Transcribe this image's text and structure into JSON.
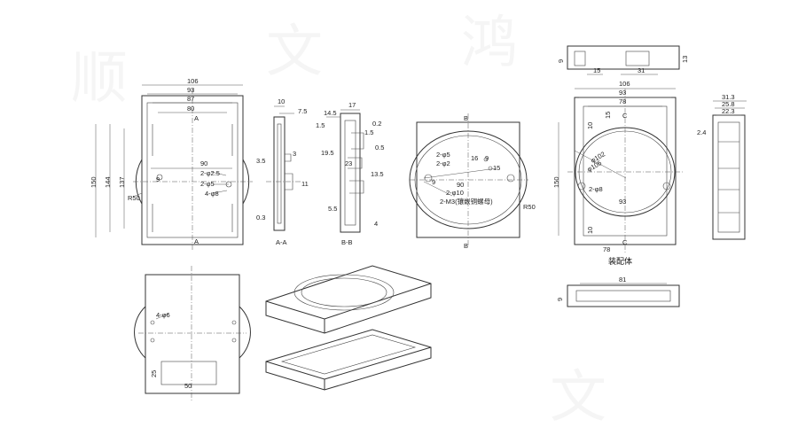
{
  "watermark": [
    "顺",
    "文",
    "鸿",
    "文"
  ],
  "front_view": {
    "dims": [
      "106",
      "93",
      "87",
      "80",
      "90",
      "150",
      "144",
      "137",
      "R50",
      "9",
      "2-φ2.5",
      "2-φ5",
      "4-φ8"
    ],
    "section_marks": [
      "A",
      "A"
    ]
  },
  "section_aa": {
    "dims": [
      "10",
      "7.5",
      "3.5",
      "3",
      "11",
      "0.3"
    ],
    "caption": "A-A"
  },
  "section_bb": {
    "dims": [
      "14.5",
      "17",
      "0.2",
      "1.5",
      "1.5",
      "19.5",
      "0.5",
      "23",
      "13.5",
      "5.5",
      "4"
    ],
    "caption": "B-B"
  },
  "lid_view": {
    "dims": [
      "2-φ5",
      "2-φ2",
      "16",
      "9",
      "15",
      "9",
      "90",
      "2-φ10",
      "2-M3(镶嵌铜螺母)",
      "R50"
    ],
    "section_marks": [
      "B",
      "B"
    ]
  },
  "top_small_view": {
    "dims": [
      "9",
      "13",
      "15",
      "31"
    ]
  },
  "assembly_view": {
    "dims": [
      "106",
      "93",
      "78",
      "10",
      "15",
      "150",
      "φ102",
      "φ106",
      "2-φ8",
      "93",
      "10",
      "78"
    ],
    "section_marks": [
      "C",
      "C"
    ],
    "caption": "装配体"
  },
  "side_view": {
    "dims": [
      "31.3",
      "25.8",
      "22.3",
      "2.4"
    ]
  },
  "bottom_small_view": {
    "dims": [
      "81",
      "9"
    ]
  },
  "bottom_plate": {
    "dims": [
      "4-φ6",
      "25",
      "50"
    ]
  }
}
